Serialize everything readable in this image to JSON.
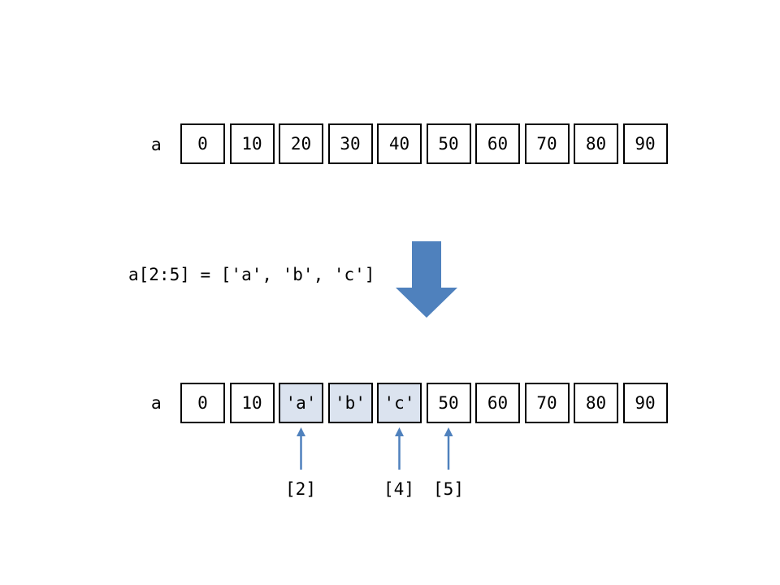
{
  "top_row": {
    "var_name": "a",
    "cells": [
      "0",
      "10",
      "20",
      "30",
      "40",
      "50",
      "60",
      "70",
      "80",
      "90"
    ]
  },
  "operation": {
    "code": "a[2:5] = ['a', 'b', 'c']"
  },
  "bottom_row": {
    "var_name": "a",
    "cells": [
      "0",
      "10",
      "'a'",
      "'b'",
      "'c'",
      "50",
      "60",
      "70",
      "80",
      "90"
    ],
    "highlighted": [
      2,
      3,
      4
    ]
  },
  "index_markers": [
    {
      "label": "[2]",
      "index": 2
    },
    {
      "label": "[4]",
      "index": 4
    },
    {
      "label": "[5]",
      "index": 5
    }
  ],
  "colors": {
    "arrow": "#4f81bd",
    "highlight_fill": "#dbe3ef",
    "cell_border": "#000000"
  }
}
